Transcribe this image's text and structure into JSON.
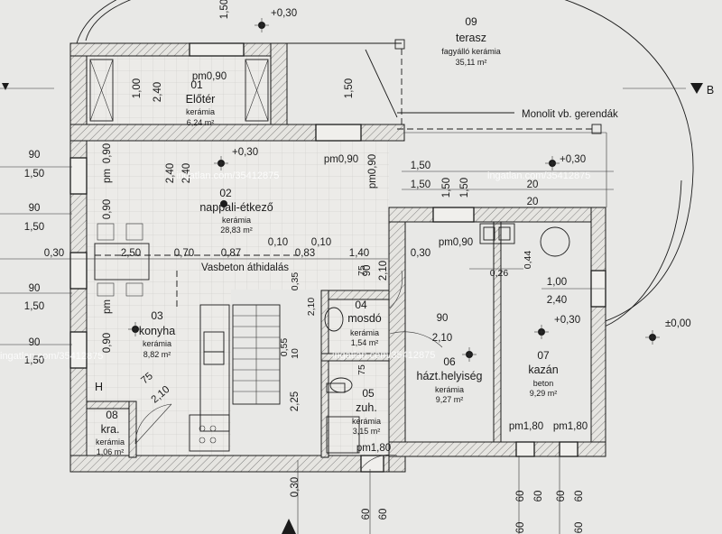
{
  "rooms": [
    {
      "num": "01",
      "name": "Előtér",
      "material": "kerámia",
      "area": "6,24 m²",
      "extra": "pm0,90"
    },
    {
      "num": "02",
      "name": "nappali-étkező",
      "material": "kerámia",
      "area": "28,83 m²"
    },
    {
      "num": "03",
      "name": "konyha",
      "material": "kerámia",
      "area": "8,82 m²"
    },
    {
      "num": "04",
      "name": "mosdó",
      "material": "kerámia",
      "area": "1,54 m²"
    },
    {
      "num": "05",
      "name": "zuh.",
      "material": "kerámia",
      "area": "3,15 m²"
    },
    {
      "num": "06",
      "name": "házt.helyiség",
      "material": "kerámia",
      "area": "9,27 m²"
    },
    {
      "num": "07",
      "name": "kazán",
      "material": "beton",
      "area": "9,29 m²"
    },
    {
      "num": "08",
      "name": "kra.",
      "material": "kerámia",
      "area": "1,06 m²"
    },
    {
      "num": "09",
      "name": "terasz",
      "material": "fagyálló kerámia",
      "area": "35,11 m²"
    }
  ],
  "labels": {
    "beams": "Monolit vb. gerendák",
    "lintel": "Vasbeton áthidalás",
    "section_b": "B",
    "h_mark": "H"
  },
  "levels": [
    "+0,30",
    "+0,30",
    "+0,30",
    "+0,30",
    "±0,00"
  ],
  "dimensions": {
    "left_col": [
      "90",
      "1,50",
      "90",
      "1,50",
      "0,30",
      "90",
      "1,50",
      "90",
      "1,50"
    ],
    "row_mid": [
      "2,50",
      "0,70",
      "0,87",
      "0,10",
      "0,83",
      "0,10",
      "1,40",
      "0,30"
    ],
    "vertical": [
      "1,50",
      "1,00",
      "2,40",
      "1,50",
      "2,40",
      "2,40",
      "0,90",
      "pm",
      "0,90",
      "pm",
      "pm0,90",
      "1,50",
      "1,50",
      "90",
      "2,10",
      "75",
      "0,35",
      "2,10",
      "0,90",
      "75",
      "0,55",
      "2,25",
      "10",
      "0,30"
    ],
    "misc": [
      "pm0,90",
      "pm0,90",
      "1,50",
      "1,50",
      "20",
      "20",
      "0,44",
      "0,26",
      "1,00",
      "2,40",
      "90",
      "2,10",
      "75",
      "2,10",
      "pm1,80",
      "pm1,80",
      "pm1,80"
    ],
    "bottom": [
      "60",
      "60",
      "60",
      "60",
      "60",
      "60",
      "60",
      "60"
    ]
  },
  "watermarks": [
    "ingatlan.com/35412875",
    "ingatlan.com/35412875",
    "ingatlan.com/35412875",
    "ingatlan.com/35412875"
  ]
}
